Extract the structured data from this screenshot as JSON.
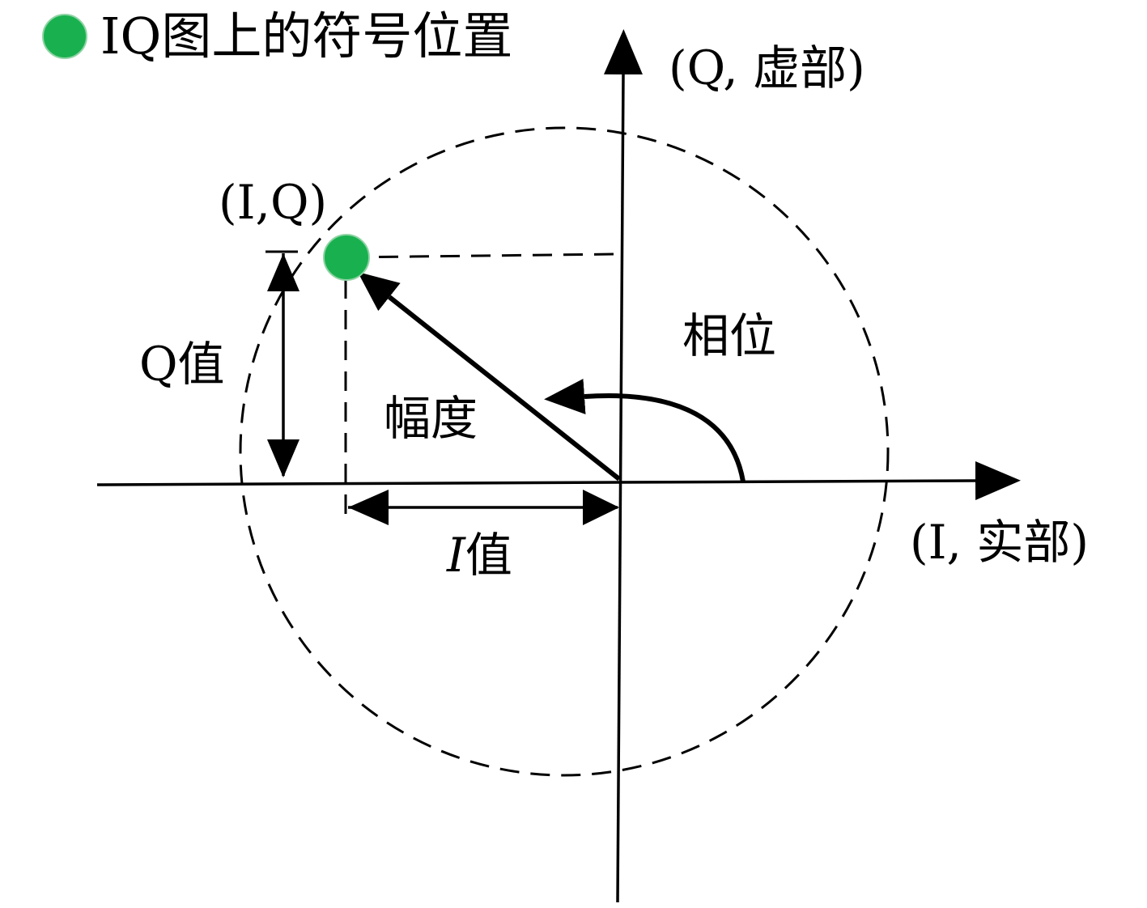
{
  "legend": {
    "label": "IQ图上的符号位置",
    "marker_icon": "green-dot-icon"
  },
  "axes": {
    "q_axis_label": "(Q, 虚部)",
    "i_axis_label": "(I, 实部)"
  },
  "point": {
    "label": "(I,Q)"
  },
  "annotations": {
    "q_value": "Q值",
    "i_value_italic": "I",
    "i_value_rest": "值",
    "magnitude": "幅度",
    "phase": "相位"
  },
  "colors": {
    "point": "#19b14f",
    "point_stroke": "#8fd3a4",
    "line": "#000000",
    "background": "#ffffff"
  }
}
